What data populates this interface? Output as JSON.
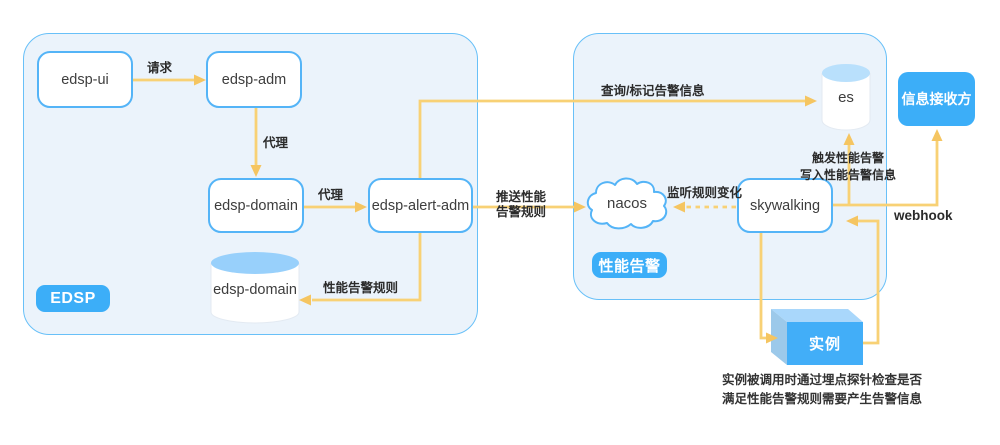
{
  "colors": {
    "accent_blue": "#3caef8",
    "node_border_blue": "#54b4f7",
    "container_border_blue": "#68c0f8",
    "container_fill": "#ebf3fb",
    "arrow_gold": "#f8d175",
    "arrowhead_gold": "#f5c561",
    "cylinder_top_blue": "#98d0fb",
    "cube_front_blue": "#42aef8",
    "label_text": "#2b2b2b",
    "node_text": "#3d3d3d"
  },
  "edsp_group": {
    "badge": "EDSP",
    "nodes": {
      "edsp_ui": "edsp-ui",
      "edsp_adm": "edsp-adm",
      "edsp_domain": "edsp-domain",
      "edsp_alert_adm": "edsp-alert-adm",
      "edsp_domain_db": "edsp-domain"
    }
  },
  "perf_group": {
    "badge": "性能告警",
    "nodes": {
      "nacos": "nacos",
      "skywalking": "skywalking",
      "es": "es"
    }
  },
  "receiver": {
    "label": "信息接收方"
  },
  "instance": {
    "label": "实例",
    "caption_line1": "实例被调用时通过埋点探针检查是否",
    "caption_line2": "满足性能告警规则需要产生告警信息"
  },
  "edges": {
    "request": "请求",
    "proxy_vertical": "代理",
    "proxy_horizontal": "代理",
    "query_mark_alert": "查询/标记告警信息",
    "push_rule_line1": "推送性能",
    "push_rule_line2": "告警规则",
    "perf_alert_rule": "性能告警规则",
    "listen_rule_change": "监听规则变化",
    "trigger_line1": "触发性能告警",
    "trigger_line2": "写入性能告警信息",
    "webhook": "webhook"
  }
}
